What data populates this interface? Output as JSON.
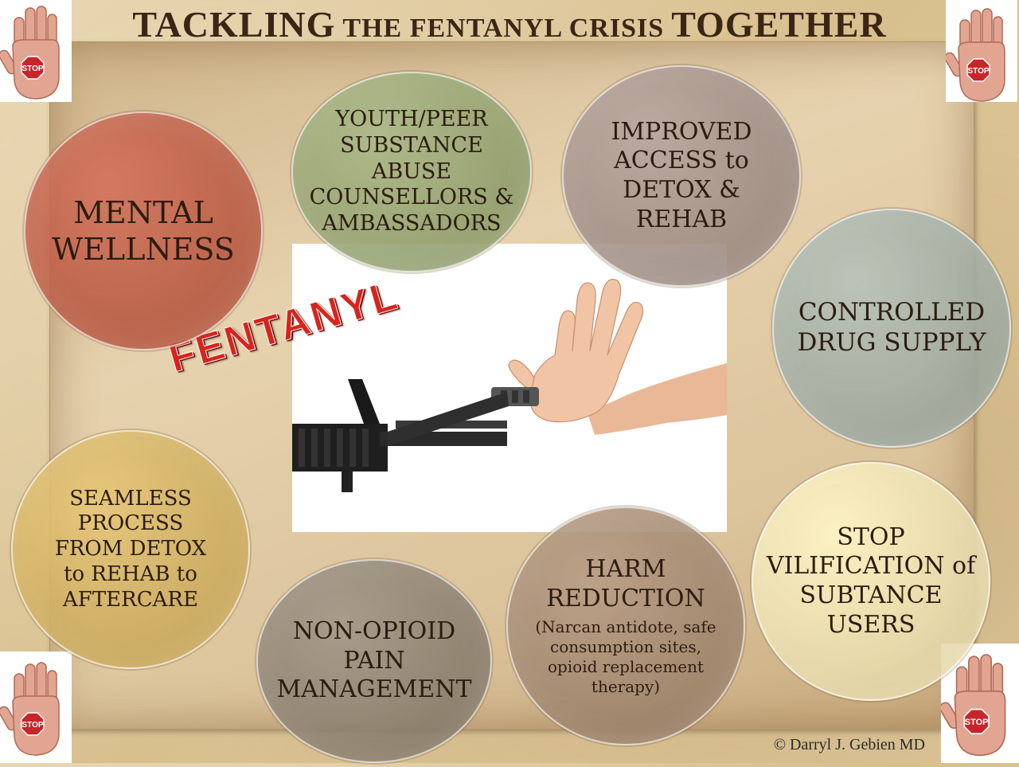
{
  "title": {
    "part1": "TACKLING",
    "part2": "THE FENTANYL CRISIS",
    "part3": "TOGETHER"
  },
  "center_label": "FENTANYL",
  "stop_label": "STOP",
  "copyright": "© Darryl J. Gebien MD",
  "circles": [
    {
      "text": "MENTAL\nWELLNESS",
      "color": "#b4553e"
    },
    {
      "text": "YOUTH/PEER\nSUBSTANCE\nABUSE\nCOUNSELLORS &\nAMBASSADORS",
      "color": "#8d9b6a"
    },
    {
      "text": "IMPROVED\nACCESS to\nDETOX &\nREHAB",
      "color": "#9a8880"
    },
    {
      "text": "CONTROLLED\nDRUG SUPPLY",
      "color": "#9aa59c"
    },
    {
      "text": "SEAMLESS\nPROCESS\nFROM DETOX\nto REHAB to\nAFTERCARE",
      "color": "#c8a85a"
    },
    {
      "text": "NON-OPIOID\nPAIN\nMANAGEMENT",
      "color": "#857a6a"
    },
    {
      "text": "HARM\nREDUCTION",
      "sub": "(Narcan antidote, safe\nconsumption sites,\nopioid replacement\ntherapy)",
      "color": "#9a8068"
    },
    {
      "text": "STOP\nVILIFICATION of\nSUBTANCE\nUSERS",
      "color": "#e4d7a8"
    }
  ],
  "colors": {
    "title": "#3b2616",
    "fentanyl": "#d8241c",
    "stop_sign": "#c8242a",
    "hand": "#e2a592"
  }
}
